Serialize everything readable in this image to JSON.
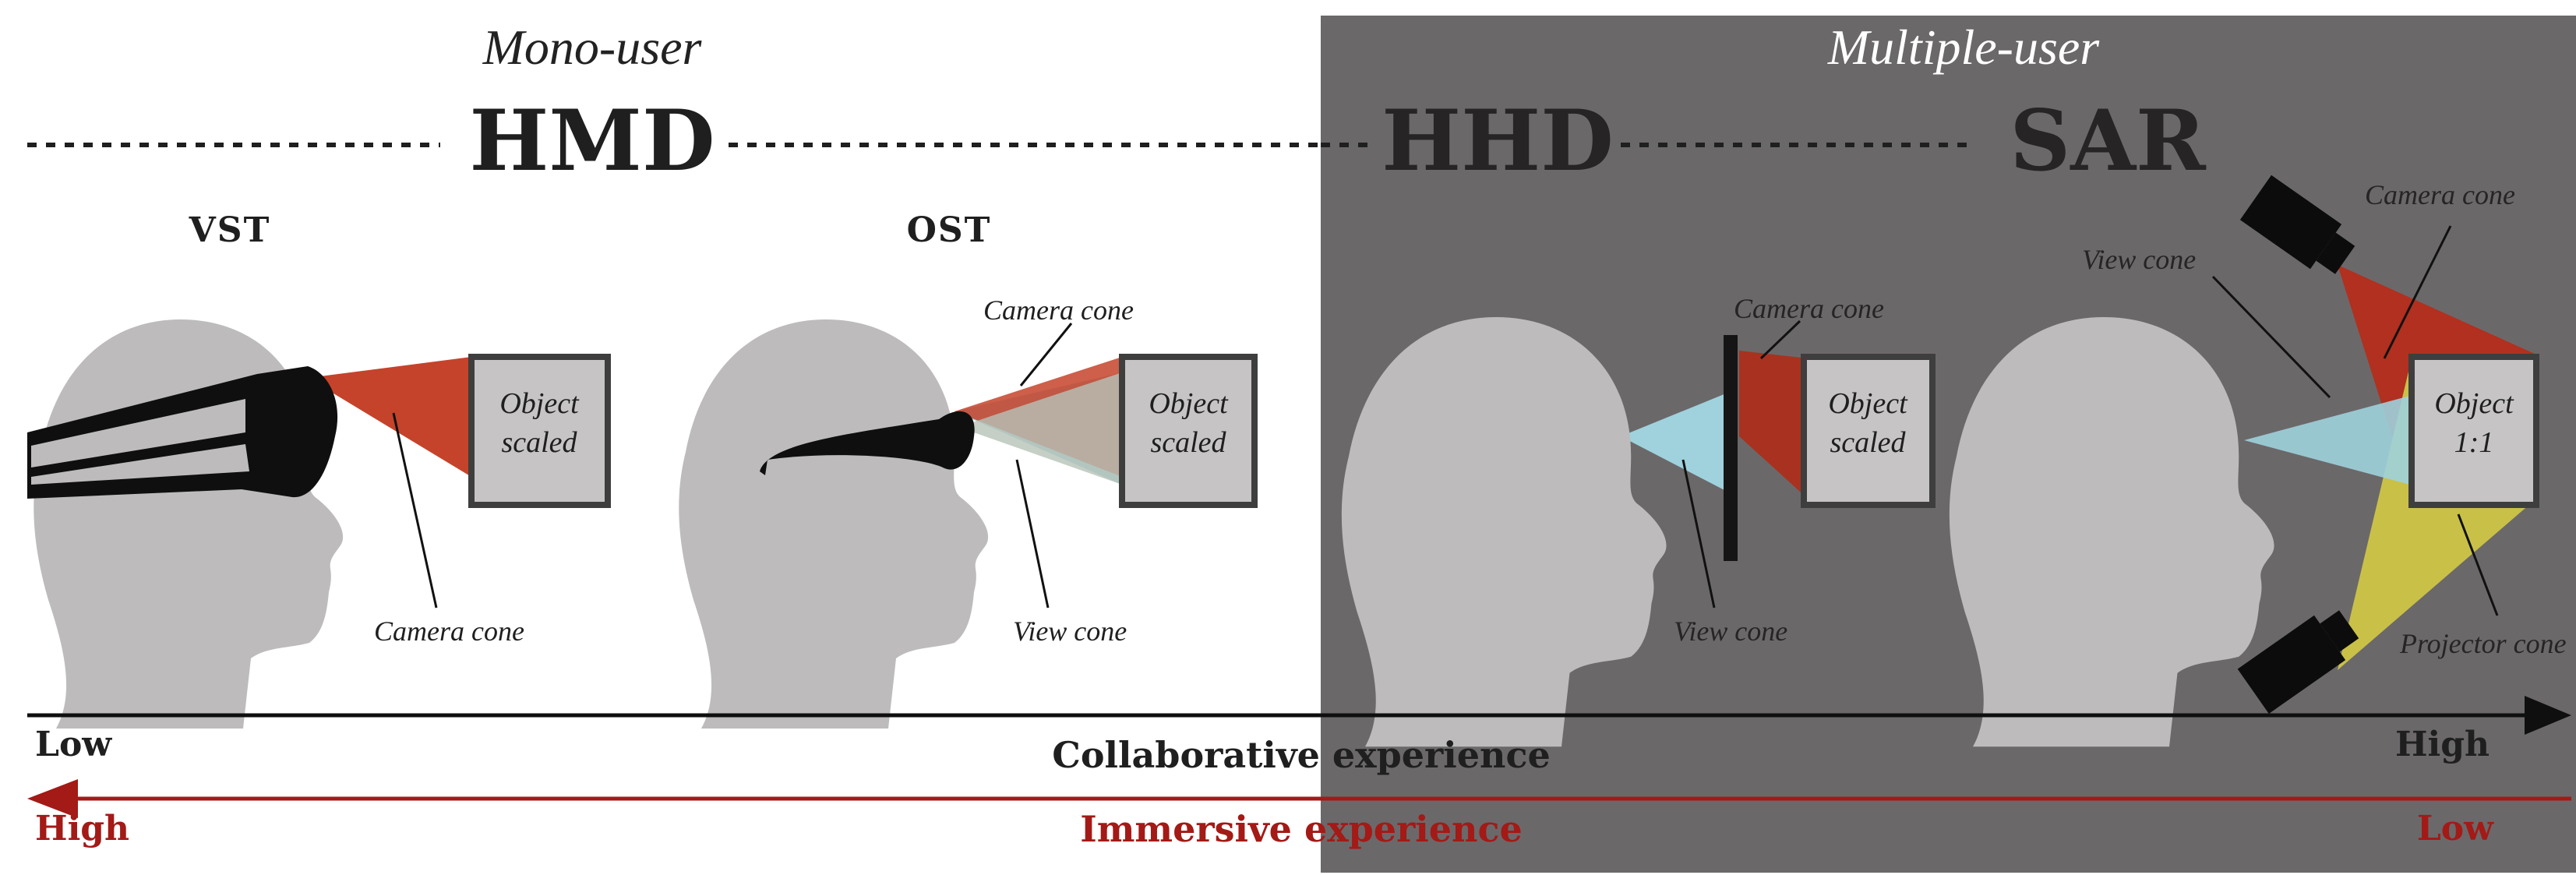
{
  "groups": {
    "mono": "Mono-user",
    "multi": "Multiple-user"
  },
  "categories": {
    "hmd": "HMD",
    "hhd": "HHD",
    "sar": "SAR"
  },
  "subtypes": {
    "vst": "VST",
    "ost": "OST"
  },
  "labels": {
    "camera_cone": "Camera cone",
    "view_cone": "View cone",
    "projector_cone": "Projector cone",
    "object_word": "Object",
    "scaled": "scaled",
    "one_to_one": "1:1"
  },
  "axes": {
    "collab": {
      "title": "Collaborative experience",
      "low": "Low",
      "high": "High"
    },
    "immersive": {
      "title": "Immersive experience",
      "high": "High",
      "low": "Low"
    }
  },
  "colors": {
    "dark_panel": "#6b686a",
    "head": "#bdbbbc",
    "camera_cone": "#c5432a",
    "view_cone": "#9fd2dc",
    "projector_cone": "#c9c048",
    "immersive_axis": "#a31a16"
  }
}
